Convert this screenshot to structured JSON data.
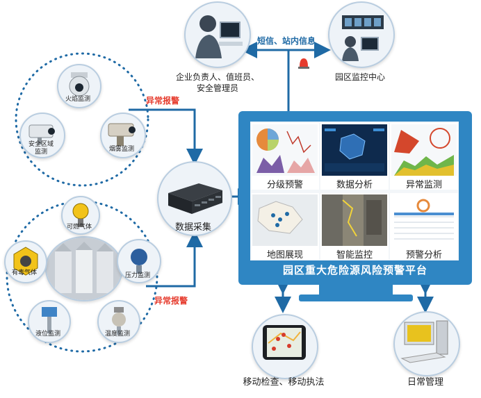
{
  "top": {
    "staff_label_line1": "企业负责人、值班员、",
    "staff_label_line2": "安全管理员",
    "msg_label": "短信、站内信息",
    "center_label": "园区监控中心"
  },
  "sensors_group1": {
    "flame": "火焰监测",
    "security_line1": "安全区域",
    "security_line2": "监测",
    "smoke": "烟雾监测",
    "alarm": "异常报警"
  },
  "sensors_group2": {
    "flammable_gas": "可燃气体",
    "toxic_gas": "有毒气体",
    "pressure": "压力监测",
    "level": "液位监测",
    "temperature": "温度监测",
    "alarm": "异常报警"
  },
  "collector": {
    "label": "数据采集"
  },
  "platform": {
    "title": "园区重大危险源风险预警平台",
    "tiles": [
      {
        "label": "分级预警"
      },
      {
        "label": "数据分析"
      },
      {
        "label": "异常监测"
      },
      {
        "label": "地图展现"
      },
      {
        "label": "智能监控"
      },
      {
        "label": "预警分析"
      }
    ]
  },
  "bottom": {
    "mobile_label": "移动检查、移动执法",
    "daily_label": "日常管理"
  },
  "colors": {
    "arrow": "#1f6aa5",
    "alarm": "#e63c2e",
    "monitor": "#2f86c3",
    "dots": "#1f6aa5"
  }
}
